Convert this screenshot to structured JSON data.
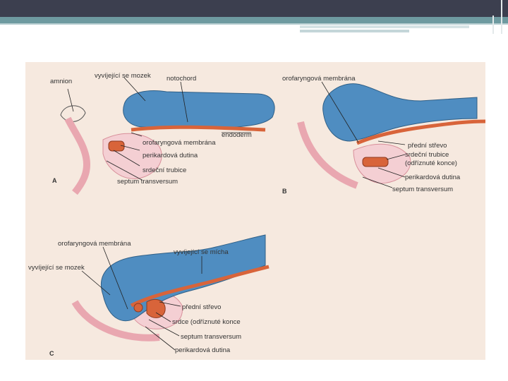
{
  "panel_a": {
    "letter": "A",
    "labels": {
      "amnion": "amnion",
      "brain": "vyvíjející se mozek",
      "notochord": "notochord",
      "endoderm": "endoderm",
      "membrane": "orofaryngová membrána",
      "pericardial": "perikardová dutina",
      "heart_tube": "srdeční trubice",
      "septum": "septum transversum"
    }
  },
  "panel_b": {
    "letter": "B",
    "labels": {
      "membrane": "orofaryngová membrána",
      "foregut": "přední střevo",
      "heart_tubes_1": "srdeční trubice",
      "heart_tubes_2": "(odříznuté konce)",
      "pericardial": "perikardová dutina",
      "septum": "septum transversum"
    }
  },
  "panel_c": {
    "letter": "C",
    "labels": {
      "membrane": "orofaryngová membrána",
      "spinal": "vyvíjející se mícha",
      "brain": "vyvíjející se mozek",
      "foregut": "přední střevo",
      "heart": "srdce (odříznuté konce",
      "septum": "septum transversum",
      "pericardial": "perikardová dutina"
    }
  },
  "colors": {
    "background": "#f6e9df",
    "neural_tube": "#4f8dc1",
    "endoderm": "#d8643a",
    "yolk_tissue": "#f4cfd3",
    "title_bar": "#3c3f4f",
    "accent_bar": "#6e9aa0"
  }
}
